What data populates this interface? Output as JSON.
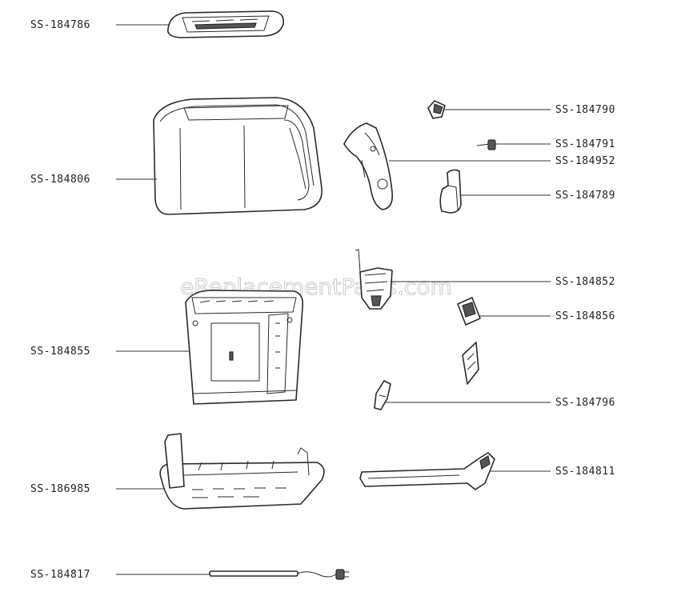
{
  "watermark": "eReplacementParts.com",
  "callouts": [
    {
      "id": "SS-184786",
      "side": "left"
    },
    {
      "id": "SS-184806",
      "side": "left"
    },
    {
      "id": "SS-184855",
      "side": "left"
    },
    {
      "id": "SS-186985",
      "side": "left"
    },
    {
      "id": "SS-184817",
      "side": "left"
    },
    {
      "id": "SS-184790",
      "side": "right"
    },
    {
      "id": "SS-184791",
      "side": "right"
    },
    {
      "id": "SS-184952",
      "side": "right"
    },
    {
      "id": "SS-184789",
      "side": "right"
    },
    {
      "id": "SS-184852",
      "side": "right"
    },
    {
      "id": "SS-184856",
      "side": "right"
    },
    {
      "id": "SS-184796",
      "side": "right"
    },
    {
      "id": "SS-184811",
      "side": "right"
    }
  ]
}
